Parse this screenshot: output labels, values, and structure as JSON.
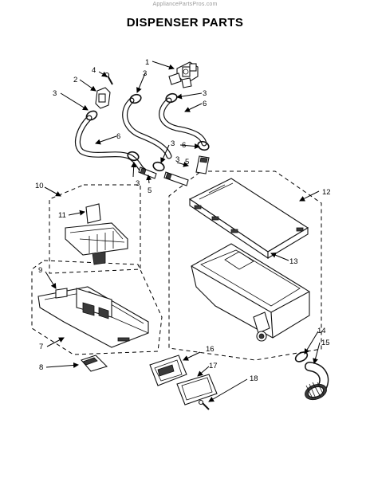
{
  "watermark": "AppliancePartsPros.com",
  "title": "DISPENSER PARTS",
  "callouts": [
    "1",
    "2",
    "3",
    "3",
    "3",
    "3",
    "3",
    "3",
    "4",
    "5",
    "5",
    "6",
    "6",
    "6",
    "7",
    "8",
    "9",
    "10",
    "11",
    "12",
    "13",
    "14",
    "15",
    "16",
    "17",
    "18"
  ]
}
